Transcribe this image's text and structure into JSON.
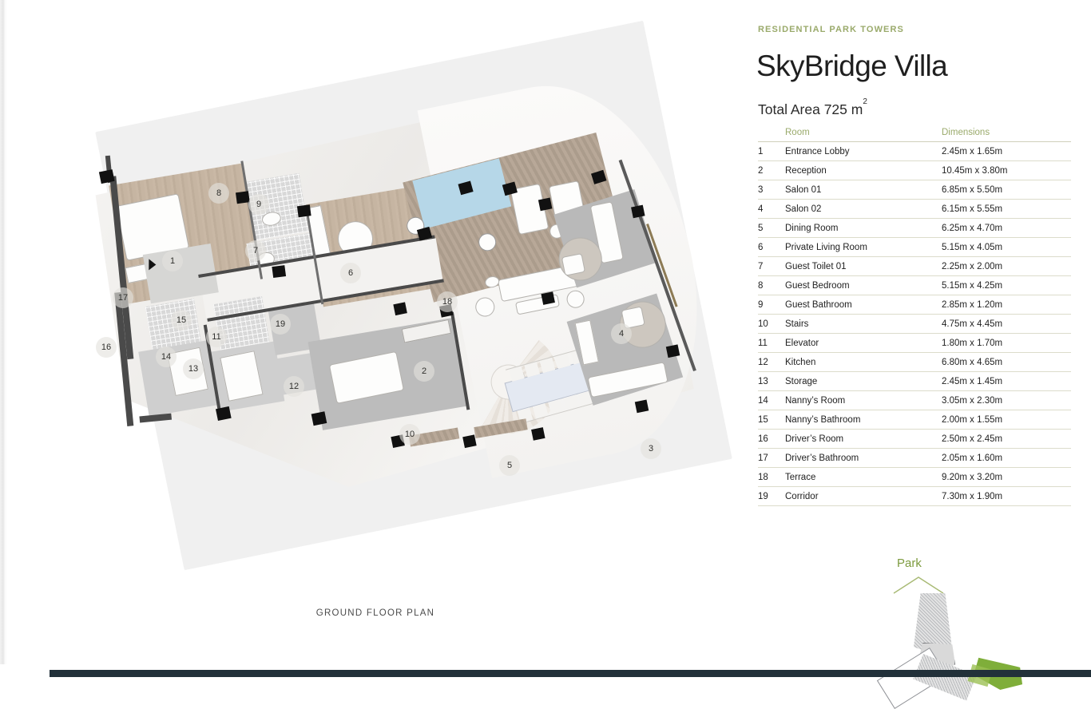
{
  "page": {
    "plan_caption": "GROUND FLOOR PLAN"
  },
  "info": {
    "eyebrow": "RESIDENTIAL PARK TOWERS",
    "title": "SkyBridge Villa",
    "total_area_prefix": "Total Area 725 m",
    "total_area_sup": "2",
    "colors": {
      "accent_green": "#9aaa6b",
      "park_green": "#7d9b3f",
      "landscape_green": "#7fae3a",
      "title_dark": "#1f1f1f",
      "rule": "#dcdccb",
      "bottom_bar": "#22313a"
    }
  },
  "table": {
    "headers": {
      "index": "",
      "room": "Room",
      "dimensions": "Dimensions"
    },
    "rows": [
      {
        "index": "1",
        "room": "Entrance Lobby",
        "dimensions": "2.45m x 1.65m"
      },
      {
        "index": "2",
        "room": "Reception",
        "dimensions": "10.45m x 3.80m"
      },
      {
        "index": "3",
        "room": "Salon 01",
        "dimensions": "6.85m x 5.50m"
      },
      {
        "index": "4",
        "room": "Salon 02",
        "dimensions": "6.15m x 5.55m"
      },
      {
        "index": "5",
        "room": "Dining Room",
        "dimensions": "6.25m x 4.70m"
      },
      {
        "index": "6",
        "room": "Private Living Room",
        "dimensions": "5.15m x 4.05m"
      },
      {
        "index": "7",
        "room": "Guest Toilet 01",
        "dimensions": "2.25m x 2.00m"
      },
      {
        "index": "8",
        "room": "Guest Bedroom",
        "dimensions": "5.15m x 4.25m"
      },
      {
        "index": "9",
        "room": "Guest Bathroom",
        "dimensions": "2.85m x 1.20m"
      },
      {
        "index": "10",
        "room": "Stairs",
        "dimensions": "4.75m x 4.45m"
      },
      {
        "index": "11",
        "room": "Elevator",
        "dimensions": "1.80m x 1.70m"
      },
      {
        "index": "12",
        "room": "Kitchen",
        "dimensions": "6.80m x 4.65m"
      },
      {
        "index": "13",
        "room": "Storage",
        "dimensions": "2.45m x 1.45m"
      },
      {
        "index": "14",
        "room": "Nanny’s Room",
        "dimensions": "3.05m x 2.30m"
      },
      {
        "index": "15",
        "room": "Nanny’s Bathroom",
        "dimensions": "2.00m x 1.55m"
      },
      {
        "index": "16",
        "room": "Driver’s Room",
        "dimensions": "2.50m x 2.45m"
      },
      {
        "index": "17",
        "room": "Driver’s Bathroom",
        "dimensions": "2.05m x 1.60m"
      },
      {
        "index": "18",
        "room": "Terrace",
        "dimensions": "9.20m x 3.20m"
      },
      {
        "index": "19",
        "room": "Corridor",
        "dimensions": "7.30m x 1.90m"
      }
    ]
  },
  "plan_markers": [
    {
      "id": "1",
      "label": "1"
    },
    {
      "id": "2",
      "label": "2"
    },
    {
      "id": "3",
      "label": "3"
    },
    {
      "id": "4",
      "label": "4"
    },
    {
      "id": "5",
      "label": "5"
    },
    {
      "id": "6",
      "label": "6"
    },
    {
      "id": "7",
      "label": "7"
    },
    {
      "id": "8",
      "label": "8"
    },
    {
      "id": "9",
      "label": "9"
    },
    {
      "id": "10",
      "label": "10"
    },
    {
      "id": "11",
      "label": "11"
    },
    {
      "id": "12",
      "label": "12"
    },
    {
      "id": "13",
      "label": "13"
    },
    {
      "id": "14",
      "label": "14"
    },
    {
      "id": "15",
      "label": "15"
    },
    {
      "id": "16",
      "label": "16"
    },
    {
      "id": "17",
      "label": "17"
    },
    {
      "id": "18",
      "label": "18"
    },
    {
      "id": "19",
      "label": "19"
    }
  ],
  "keyplan": {
    "park_label": "Park"
  }
}
